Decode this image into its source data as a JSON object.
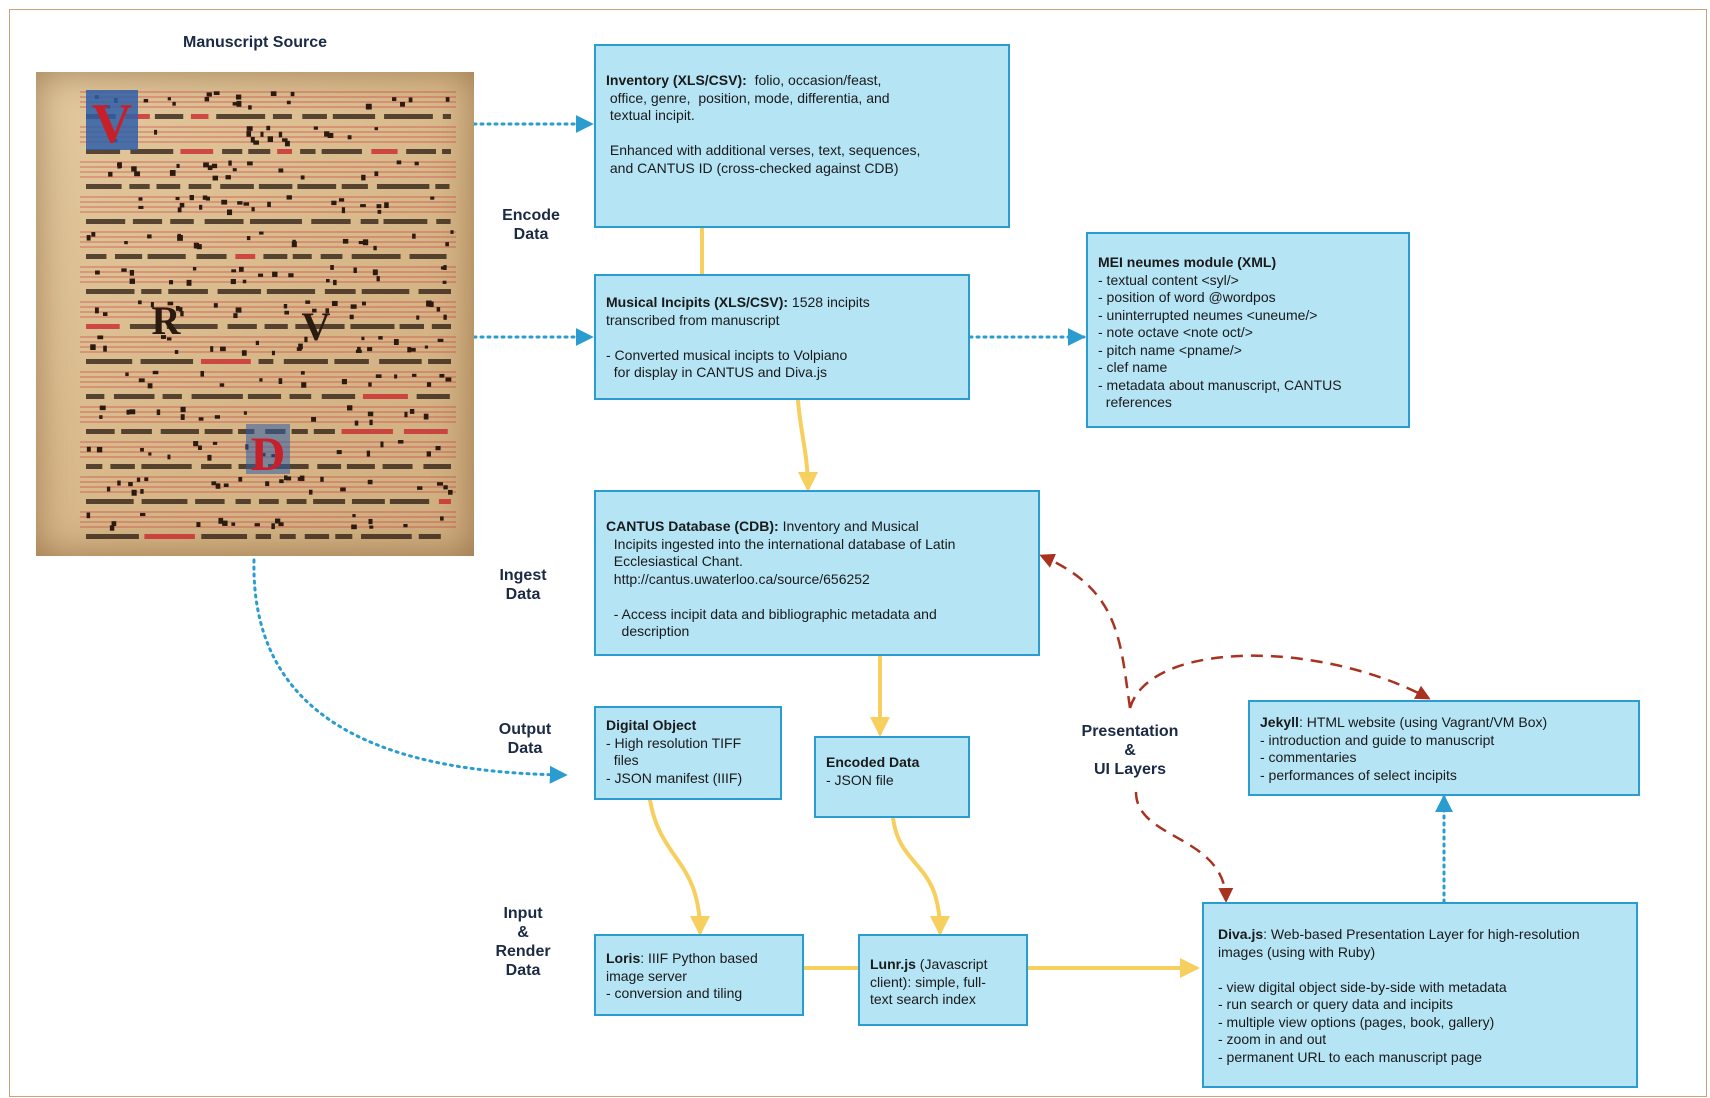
{
  "manuscript": {
    "title": "Manuscript Source",
    "initial_letters": [
      "V",
      "R",
      "V",
      "D"
    ],
    "colors": {
      "parchment": "#dcbf92",
      "ink": "#2a1a10",
      "rubric": "#c8202a",
      "initial_blue": "#2f5fa8"
    }
  },
  "stages": {
    "encode": [
      "Encode",
      "Data"
    ],
    "ingest": [
      "Ingest",
      "Data"
    ],
    "output": [
      "Output",
      "Data"
    ],
    "input_render": [
      "Input",
      "&",
      "Render",
      "Data"
    ],
    "presentation": [
      "Presentation",
      "&",
      "UI Layers"
    ]
  },
  "boxes": {
    "inventory": {
      "lines": [
        {
          "bold": "Inventory (XLS/CSV):",
          "text": "  folio, occasion/feast,"
        },
        {
          "text": " office, genre,  position, mode, differentia, and"
        },
        {
          "text": " textual incipit."
        },
        {
          "text": ""
        },
        {
          "text": " Enhanced with additional verses, text, sequences,"
        },
        {
          "text": " and CANTUS ID (cross-checked against CDB)"
        }
      ]
    },
    "musical_incipits": {
      "lines": [
        {
          "bold": "Musical Incipits (XLS/CSV):",
          "text": " 1528 incipits"
        },
        {
          "text": "transcribed from manuscript"
        },
        {
          "text": ""
        },
        {
          "text": "- Converted musical incipts to Volpiano"
        },
        {
          "text": "  for display in CANTUS and Diva.js"
        }
      ]
    },
    "mei": {
      "lines": [
        {
          "bold": "MEI neumes module (XML)",
          "text": ""
        },
        {
          "text": "- textual content <syl/>"
        },
        {
          "text": "- position of word @wordpos"
        },
        {
          "text": "- uninterrupted neumes <uneume/>"
        },
        {
          "text": "- note octave <note oct/>"
        },
        {
          "text": "- pitch name <pname/>"
        },
        {
          "text": "- clef name"
        },
        {
          "text": "- metadata about manuscript, CANTUS"
        },
        {
          "text": "  references"
        }
      ]
    },
    "cantus": {
      "lines": [
        {
          "bold": "CANTUS Database (CDB):",
          "text": " Inventory and Musical"
        },
        {
          "text": "  Incipits ingested into the international database of Latin"
        },
        {
          "text": "  Ecclesiastical Chant."
        },
        {
          "text": "  http://cantus.uwaterloo.ca/source/656252"
        },
        {
          "text": ""
        },
        {
          "text": "  - Access incipit data and bibliographic metadata and"
        },
        {
          "text": "    description"
        }
      ]
    },
    "digital_object": {
      "lines": [
        {
          "bold": "Digital Object",
          "text": ""
        },
        {
          "text": "- High resolution TIFF"
        },
        {
          "text": "  files"
        },
        {
          "text": "- JSON manifest (IIIF)"
        }
      ]
    },
    "encoded_data": {
      "lines": [
        {
          "bold": "Encoded Data",
          "text": ""
        },
        {
          "text": "- JSON file"
        }
      ]
    },
    "jekyll": {
      "lines": [
        {
          "bold": "Jekyll",
          "text": ": HTML website (using Vagrant/VM Box)"
        },
        {
          "text": "- introduction and guide to manuscript"
        },
        {
          "text": "- commentaries"
        },
        {
          "text": "- performances of select incipits"
        }
      ]
    },
    "loris": {
      "lines": [
        {
          "bold": "Loris",
          "text": ": IIIF Python based"
        },
        {
          "text": "image server"
        },
        {
          "text": "- conversion and tiling"
        }
      ]
    },
    "lunr": {
      "lines": [
        {
          "bold": "Lunr.js",
          "text": " (Javascript"
        },
        {
          "text": "client): simple, full-"
        },
        {
          "text": "text search index"
        }
      ]
    },
    "diva": {
      "lines": [
        {
          "bold": "Diva.js",
          "text": ": Web-based Presentation Layer for high-resolution"
        },
        {
          "text": "images (using with Ruby)"
        },
        {
          "text": ""
        },
        {
          "text": "- view digital object side-by-side with metadata"
        },
        {
          "text": "- run search or query data and incipits"
        },
        {
          "text": "- multiple view options (pages, book, gallery)"
        },
        {
          "text": "- zoom in and out"
        },
        {
          "text": "- permanent URL to each manuscript page"
        }
      ]
    }
  },
  "colors": {
    "box_fill": "#b5e4f4",
    "box_border": "#2a9ccf",
    "flow_arrow": "#f7cf5e",
    "data_link": "#2a9ccf",
    "ui_link": "#a83220",
    "stage_label": "#1b2a45"
  }
}
